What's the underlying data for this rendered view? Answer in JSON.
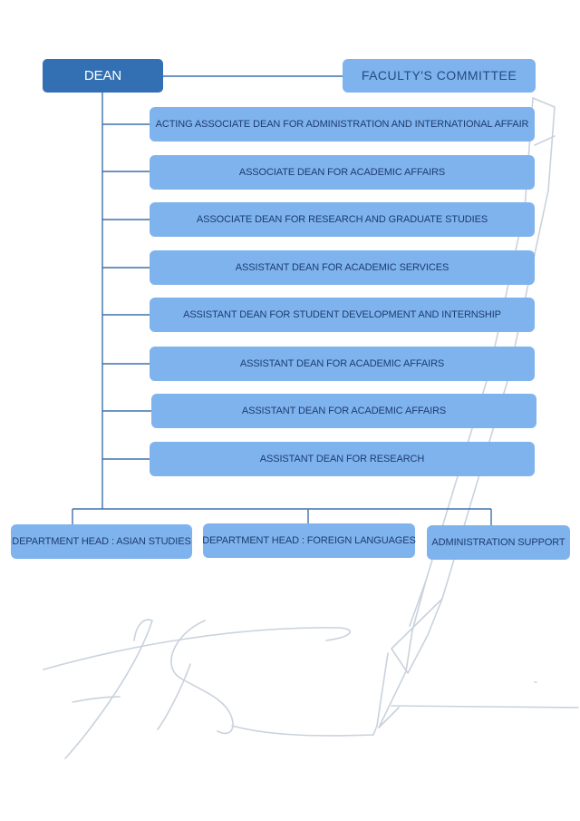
{
  "colors": {
    "dean_fill": "#3370b3",
    "box_fill": "#7fb3ee",
    "box_text": "#1d3c6e",
    "connector": "#3f70ab",
    "watermark": "#c9d2dd"
  },
  "dean": {
    "label": "DEAN"
  },
  "committee": {
    "label": "FACULTY'S COMMITTEE"
  },
  "roles": [
    "ACTING ASSOCIATE DEAN FOR ADMINISTRATION AND INTERNATIONAL AFFAIR",
    "ASSOCIATE DEAN FOR ACADEMIC AFFAIRS",
    "ASSOCIATE DEAN FOR RESEARCH AND GRADUATE STUDIES",
    "ASSISTANT DEAN FOR ACADEMIC SERVICES",
    "ASSISTANT DEAN FOR STUDENT DEVELOPMENT AND INTERNSHIP",
    "ASSISTANT DEAN FOR ACADEMIC AFFAIRS",
    "ASSISTANT DEAN FOR ACADEMIC AFFAIRS",
    "ASSISTANT DEAN FOR RESEARCH"
  ],
  "departments": [
    "DEPARTMENT HEAD : ASIAN STUDIES",
    "DEPARTMENT HEAD : FOREIGN LANGUAGES",
    "ADMINISTRATION SUPPORT"
  ],
  "watermark": {
    "signature_text": "FS",
    "icon": "pen-icon"
  }
}
